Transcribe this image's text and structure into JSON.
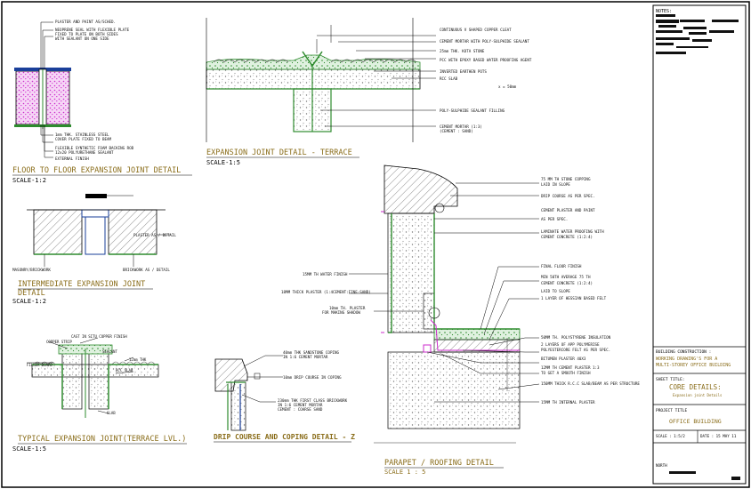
{
  "floor_joint": {
    "notes": [
      "PLASTER AND PAINT AS/SCHED.",
      "NEOPRENE SEAL WITH FLEXIBLE PLATE",
      "FIXED TO PLATE ON BOTH SIDES",
      "WITH SEALANT ON ONE SIDE",
      "1mm THK. STAINLESS STEEL",
      "COVER PLATE FIXED TO BEAM",
      "FLEXIBLE SYNTHETIC FOAM BACKING ROD",
      "12x20 POLYURETHANE SEALANT",
      "EXTERNAL FINISH"
    ],
    "title": "FLOOR TO FLOOR  EXPANSION JOINT DETAIL",
    "scale": "SCALE-1:2"
  },
  "terrace_joint": {
    "notes": [
      "CONTINUOUS V SHAPED COPPER CLEAT",
      "CEMENT MORTAR WITH POLY-SULPHIDE SEALANT",
      "25mm THK. KOTA STONE",
      "PCC WITH EPOXY BASED WATER PROOFING AGENT",
      "INVERTED EARTHEN POTS",
      "RCC SLAB",
      "POLY-SULPHIDE SEALANT FILLING",
      "CEMENT MORTAR (1:3)",
      "(CEMENT : SAND)"
    ],
    "dim_label": "x = 50mm",
    "title": "EXPANSION JOINT DETAIL - TERRACE",
    "scale": "SCALE-1:5"
  },
  "intermediate_joint": {
    "notes": [
      "PLASTER AS / DETAIL",
      "MASONRY/BRICKWORK",
      "BRICKWORK AS / DETAIL"
    ],
    "title_line1": "INTERMEDIATE  EXPANSION JOINT",
    "title_line2": "DETAIL",
    "scale": "SCALE-1:2"
  },
  "typical_joint": {
    "notes": [
      "CAST IN SITU COPPER FINISH",
      "COPPER STRIP",
      "SEALANT",
      "FILLER BOARD",
      "12mm THK",
      "RCC SLAB",
      "SLAB"
    ],
    "title": "TYPICAL EXPANSION JOINT(TERRACE LVL.)",
    "scale": "SCALE-1:5"
  },
  "drip_course": {
    "notes": [
      "40mm THK SANDSTONE COPING",
      "IN 1:6 CEMENT MORTAR",
      "10mm DRIP COURSE IN COPING",
      "230mm THK FIRST CLASS BRICKWORK",
      "IN 1:6 CEMENT MORTAR",
      "CEMENT : COARSE SAND"
    ],
    "title": "DRIP COURSE AND COPING DETAIL - Z"
  },
  "parapet": {
    "notes_right": [
      "75 MM TH STONE COPPING",
      "LAID IN SLOPE",
      "DRIP COURSE AS PER SPEC.",
      "CEMENT PLASTER AND PAINT",
      "AS PER SPEC.",
      "LAMINATE WATER PROOFING WITH",
      "CEMENT CONCRETE (1:2:4)",
      "FINAL FLOOR FINISH",
      "MIN 50TH AVERAGE 75 TH",
      "CEMENT CONCRETE (1:2:4)",
      "LAID TO SLOPE",
      "1 LAYER OF HESSIAN BASED FELT",
      "50MM TH. POLYSTYRENE INSULATION",
      "2 LAYERS OF APP POLYMERISE",
      "POLYESTERCORE FELT AS PER SPEC.",
      "BITUMEN PLASTER 40X3",
      "12MM TH CEMENT PLASTER 1:3",
      "TO GET A SMOOTH FINISH",
      "150MM THICK R.C.C SLAB/BEAM AS PER STRUCTURE",
      "15MM TH INTERNAL PLASTER"
    ],
    "notes_left": [
      "15MM TH WATER FINISH",
      "18MM THICK PLASTER (1:4CEMENT:FINE-SAND)",
      "10mm TH. PLASTER",
      "FOR MAKING SHADOW"
    ],
    "title": "PARAPET / ROOFING DETAIL",
    "scale": "SCALE 1 : 5"
  },
  "title_block": {
    "notes_label": "NOTES:",
    "building_label": "BUILDING CONSTRUCTION :",
    "building_value_1": "WORKING DRAWING'S FOR A",
    "building_value_2": "MULTI-STOREY OFFICE BUILDING",
    "sheet_title_label": "SHEET TITLE:",
    "sheet_title": "CORE DETAILS:",
    "sheet_subtitle": "Expansion joint Details",
    "project_label": "PROJECT TITLE",
    "project_title": "OFFICE BUILDING",
    "scale_label": "SCALE : 1:5/2",
    "date_label": "DATE : 15 MAY 11",
    "north_label": "NORTH"
  },
  "colors": {
    "title_text": "#8a6d1a",
    "highlight": "#8a6d1a",
    "green_layer": "#2e8b2e",
    "magenta_fill": "#cc2bcc",
    "concrete_dots": "#777777",
    "blue_layer": "#1a3f9a"
  }
}
